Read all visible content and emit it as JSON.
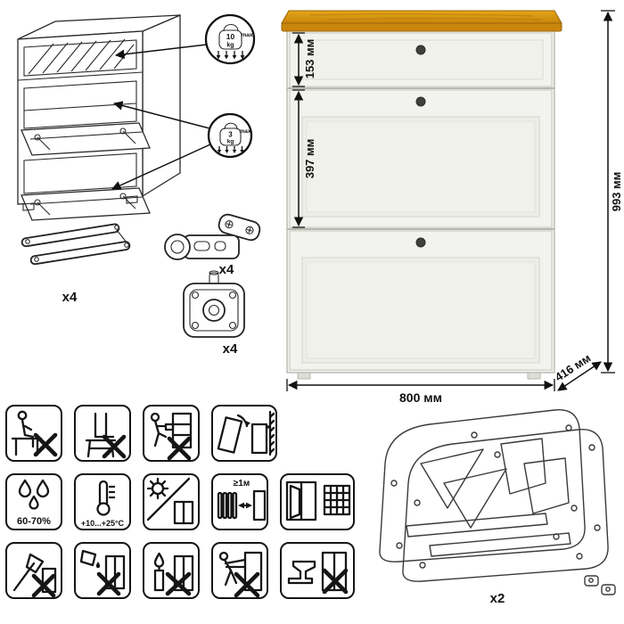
{
  "colors": {
    "wood_top": "#d28f10",
    "wood_edge": "#c0800a",
    "cabinet_body": "#f1f2ec",
    "outline": "#1a1a1a"
  },
  "cabinet": {
    "dim_drawer_height": "153 мм",
    "dim_flap_height": "397 мм",
    "dim_total_height": "993 мм",
    "dim_width": "800 мм",
    "dim_depth": "416 мм"
  },
  "load_limits": {
    "drawer": {
      "value": "10",
      "unit": "kg",
      "label": "max"
    },
    "flap": {
      "value": "3",
      "unit": "kg",
      "label": "max"
    }
  },
  "hardware": {
    "stay_arm_qty": "x4",
    "hinge_qty": "x4",
    "bracket_qty": "x4",
    "side_frame_qty": "x2"
  },
  "warnings": {
    "humidity": "60-70%",
    "temperature": "+10...+25°C",
    "min_distance": "≥1м",
    "icons": [
      "no-sitting",
      "no-standing",
      "no-climbing",
      "anti-tip-wall-mount",
      "humidity-range",
      "temperature-range",
      "no-direct-sunlight",
      "heat-source-distance",
      "ventilation",
      "no-sharp-tools",
      "no-liquids",
      "no-open-flame",
      "no-pushing",
      "no-heavy-loads"
    ]
  }
}
